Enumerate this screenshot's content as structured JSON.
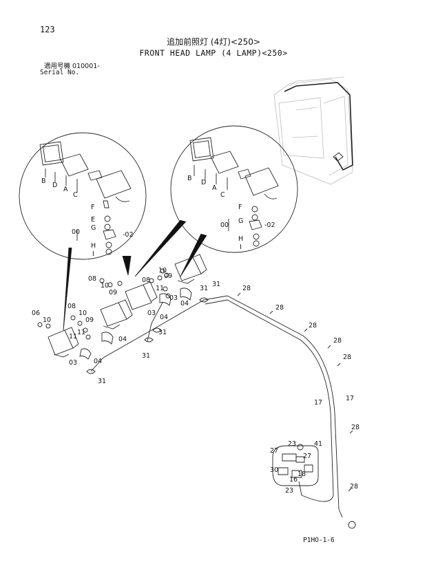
{
  "header": {
    "page_number": "123",
    "title_jp": "追加前照灯 (4灯)<250>",
    "title_en": "FRONT HEAD LAMP (4 LAMP)<250>",
    "serial_jp": "適用号機  010001-",
    "serial_en": "Serial No."
  },
  "footer": {
    "code": "P1HO-1-6"
  },
  "callouts": [
    "B",
    "D",
    "A",
    "C",
    "F",
    "E",
    "G",
    "00",
    "-02",
    "H",
    "I",
    "B",
    "D",
    "A",
    "C",
    "F",
    "G",
    "00",
    "-02",
    "H",
    "I",
    "08",
    "10",
    "09",
    "10",
    "09",
    "08",
    "11",
    "03",
    "04",
    "03",
    "04",
    "31",
    "31",
    "06",
    "10",
    "08",
    "10",
    "09",
    "11",
    "11",
    "04",
    "03",
    "04",
    "31",
    "31",
    "31",
    "28",
    "28",
    "28",
    "28",
    "28",
    "17",
    "17",
    "28",
    "28",
    "23",
    "41",
    "27",
    "27",
    "30",
    "16",
    "18",
    "23"
  ]
}
